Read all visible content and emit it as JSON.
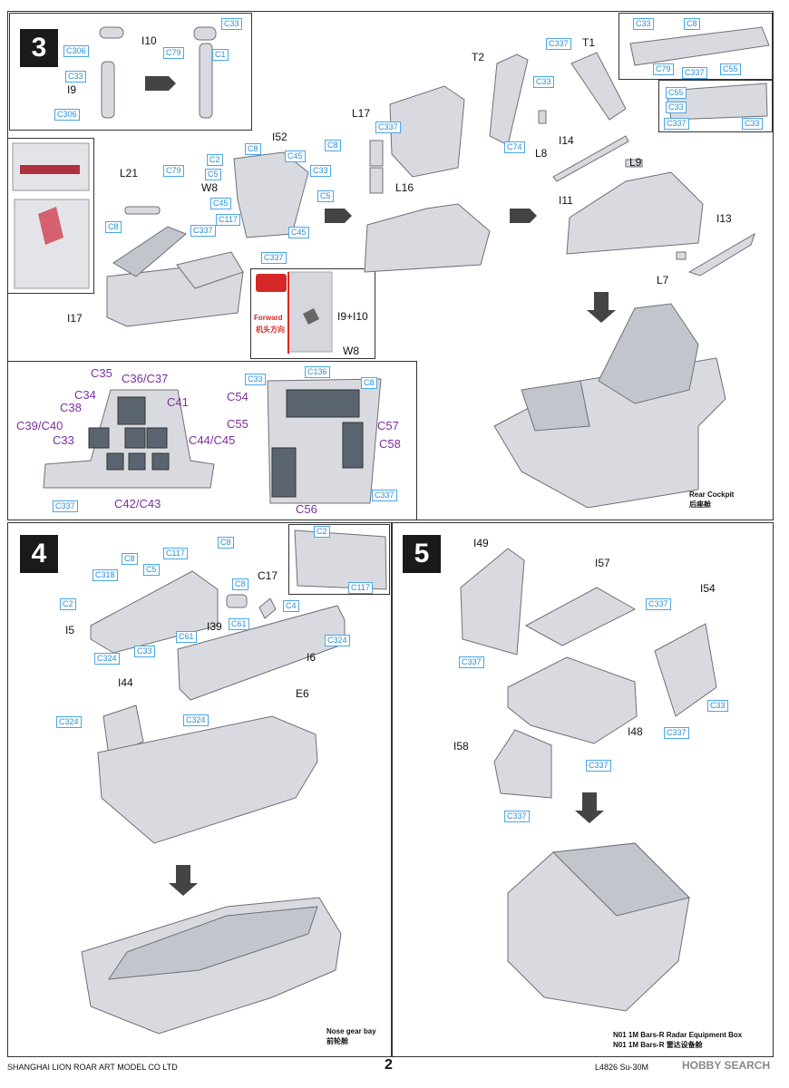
{
  "steps": [
    {
      "number": "3",
      "sub": {
        "top_parts": [
          "I10",
          "I9"
        ],
        "top_colors": [
          "C306",
          "C33",
          "C306",
          "C33",
          "C79",
          "C1"
        ],
        "main_labels": [
          "L21",
          "W8",
          "I52",
          "I17",
          "L17",
          "L16",
          "T2",
          "L8",
          "T1",
          "I14",
          "L9",
          "I11",
          "I13",
          "L7"
        ],
        "main_colors": [
          "C2",
          "C8",
          "C5",
          "C79",
          "C45",
          "C33",
          "C5",
          "C45",
          "C117",
          "C45",
          "C337",
          "C337",
          "C8",
          "C8",
          "C337",
          "C33",
          "C74",
          "C337",
          "C33",
          "C8",
          "C79",
          "C337",
          "C55",
          "C55",
          "C33",
          "C337",
          "C33"
        ],
        "forward_text": "Forward",
        "forward_cn": "机头方向",
        "detail_labels": [
          "I9+I10",
          "W8"
        ],
        "panel_labels": [
          "C35",
          "C36/C37",
          "C34",
          "C38",
          "C41",
          "C39/C40",
          "C33",
          "C44/C45",
          "C42/C43"
        ],
        "panel_color": "C337",
        "console_labels": [
          "C54",
          "C55",
          "C57",
          "C58",
          "C56"
        ],
        "console_colors": [
          "C33",
          "C136",
          "C8",
          "C337"
        ],
        "rear_cockpit_en": "Rear Cockpit",
        "rear_cockpit_cn": "后座舱"
      }
    },
    {
      "number": "4",
      "sub": {
        "labels": [
          "C17",
          "I5",
          "I39",
          "I6",
          "I44",
          "E6"
        ],
        "colors": [
          "C8",
          "C117",
          "C318",
          "C8",
          "C5",
          "C2",
          "C8",
          "C61",
          "C4",
          "C61",
          "C33",
          "C324",
          "C324",
          "C324",
          "C324",
          "C2",
          "C117"
        ],
        "caption_en": "Nose gear bay",
        "caption_cn": "前轮舱"
      }
    },
    {
      "number": "5",
      "sub": {
        "labels": [
          "I49",
          "I57",
          "I54",
          "I48",
          "I58"
        ],
        "colors": [
          "C337",
          "C337",
          "C33",
          "C337",
          "C337",
          "C337"
        ],
        "caption_en": "N01 1M Bars-R Radar Equipment Box",
        "caption_cn": "N01 1M Bars-R 雷达设备舱"
      }
    }
  ],
  "footer": {
    "company": "SHANGHAI LION ROAR ART MODEL CO LTD",
    "page": "2",
    "product": "L4826 Su-30M",
    "watermark": "HOBBY SEARCH"
  },
  "colors": {
    "callout_blue": "#2a8fd6",
    "panel_purple": "#7d2ea0",
    "part_grey": "#d9dadf",
    "warning_red": "#d62828"
  }
}
